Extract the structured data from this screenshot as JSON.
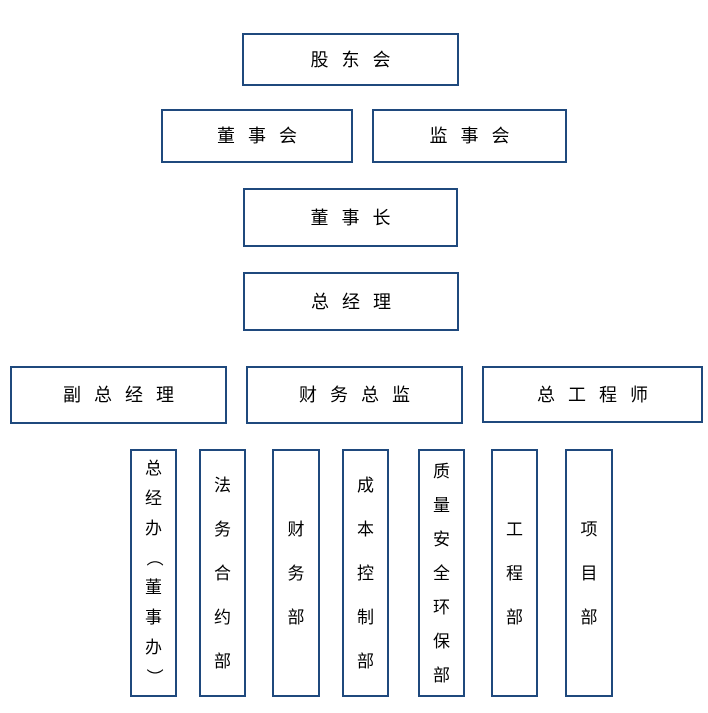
{
  "org": {
    "level1": [
      {
        "label": "股东会"
      }
    ],
    "level2": [
      {
        "label": "董事会"
      },
      {
        "label": "监事会"
      }
    ],
    "level3": [
      {
        "label": "董事长"
      }
    ],
    "level4": [
      {
        "label": "总经理"
      }
    ],
    "level5": [
      {
        "label": "副总经理"
      },
      {
        "label": "财务总监"
      },
      {
        "label": "总工程师"
      }
    ],
    "departments": [
      {
        "label": "总经办（董事办）"
      },
      {
        "label": "法务合约部"
      },
      {
        "label": "财务部"
      },
      {
        "label": "成本控制部"
      },
      {
        "label": "质量安全环保部"
      },
      {
        "label": "工程部"
      },
      {
        "label": "项目部"
      }
    ]
  },
  "colors": {
    "border": "#1F497D",
    "text": "#000000",
    "background": "#FFFFFF"
  }
}
